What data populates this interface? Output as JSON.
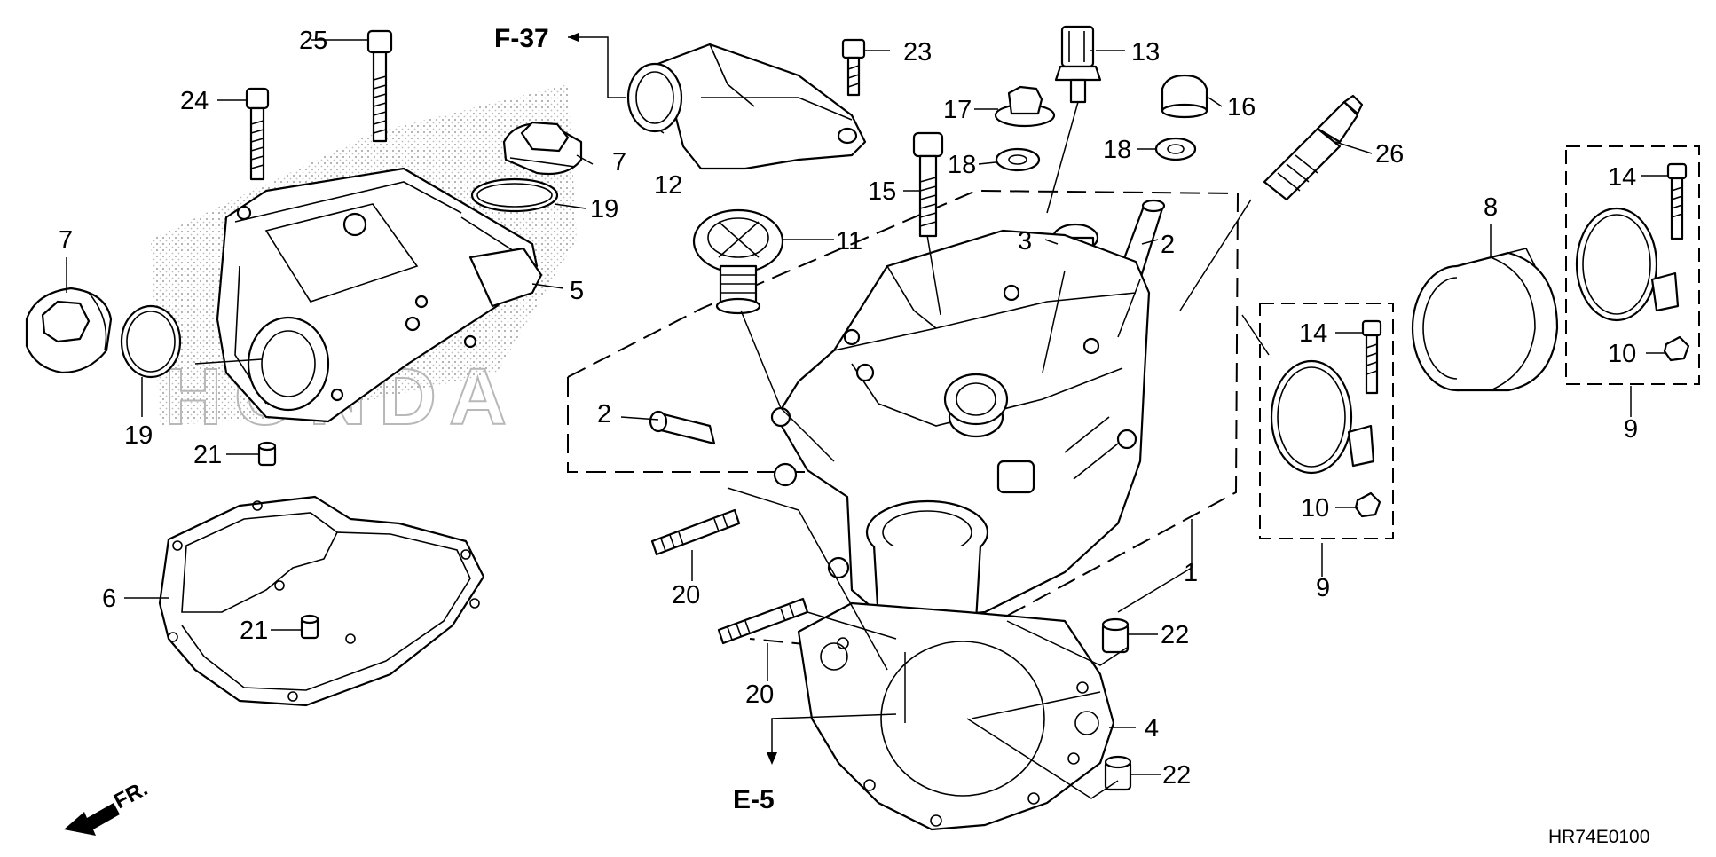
{
  "diagram": {
    "drawing_code": "HR74E0100",
    "watermark": "HONDA",
    "front_arrow_label": "FR.",
    "references": {
      "f37": "F-37",
      "e5": "E-5"
    },
    "callouts": [
      {
        "id": "c1",
        "label": "1"
      },
      {
        "id": "c2a",
        "label": "2"
      },
      {
        "id": "c2b",
        "label": "2"
      },
      {
        "id": "c3",
        "label": "3"
      },
      {
        "id": "c4",
        "label": "4"
      },
      {
        "id": "c5",
        "label": "5"
      },
      {
        "id": "c6",
        "label": "6"
      },
      {
        "id": "c7a",
        "label": "7"
      },
      {
        "id": "c7b",
        "label": "7"
      },
      {
        "id": "c8",
        "label": "8"
      },
      {
        "id": "c9a",
        "label": "9"
      },
      {
        "id": "c9b",
        "label": "9"
      },
      {
        "id": "c10a",
        "label": "10"
      },
      {
        "id": "c10b",
        "label": "10"
      },
      {
        "id": "c11",
        "label": "11"
      },
      {
        "id": "c12",
        "label": "12"
      },
      {
        "id": "c13",
        "label": "13"
      },
      {
        "id": "c14a",
        "label": "14"
      },
      {
        "id": "c14b",
        "label": "14"
      },
      {
        "id": "c15",
        "label": "15"
      },
      {
        "id": "c16",
        "label": "16"
      },
      {
        "id": "c17",
        "label": "17"
      },
      {
        "id": "c18a",
        "label": "18"
      },
      {
        "id": "c18b",
        "label": "18"
      },
      {
        "id": "c19a",
        "label": "19"
      },
      {
        "id": "c19b",
        "label": "19"
      },
      {
        "id": "c20a",
        "label": "20"
      },
      {
        "id": "c20b",
        "label": "20"
      },
      {
        "id": "c21a",
        "label": "21"
      },
      {
        "id": "c21b",
        "label": "21"
      },
      {
        "id": "c22a",
        "label": "22"
      },
      {
        "id": "c22b",
        "label": "22"
      },
      {
        "id": "c23",
        "label": "23"
      },
      {
        "id": "c24",
        "label": "24"
      },
      {
        "id": "c25",
        "label": "25"
      },
      {
        "id": "c26",
        "label": "26"
      }
    ]
  }
}
